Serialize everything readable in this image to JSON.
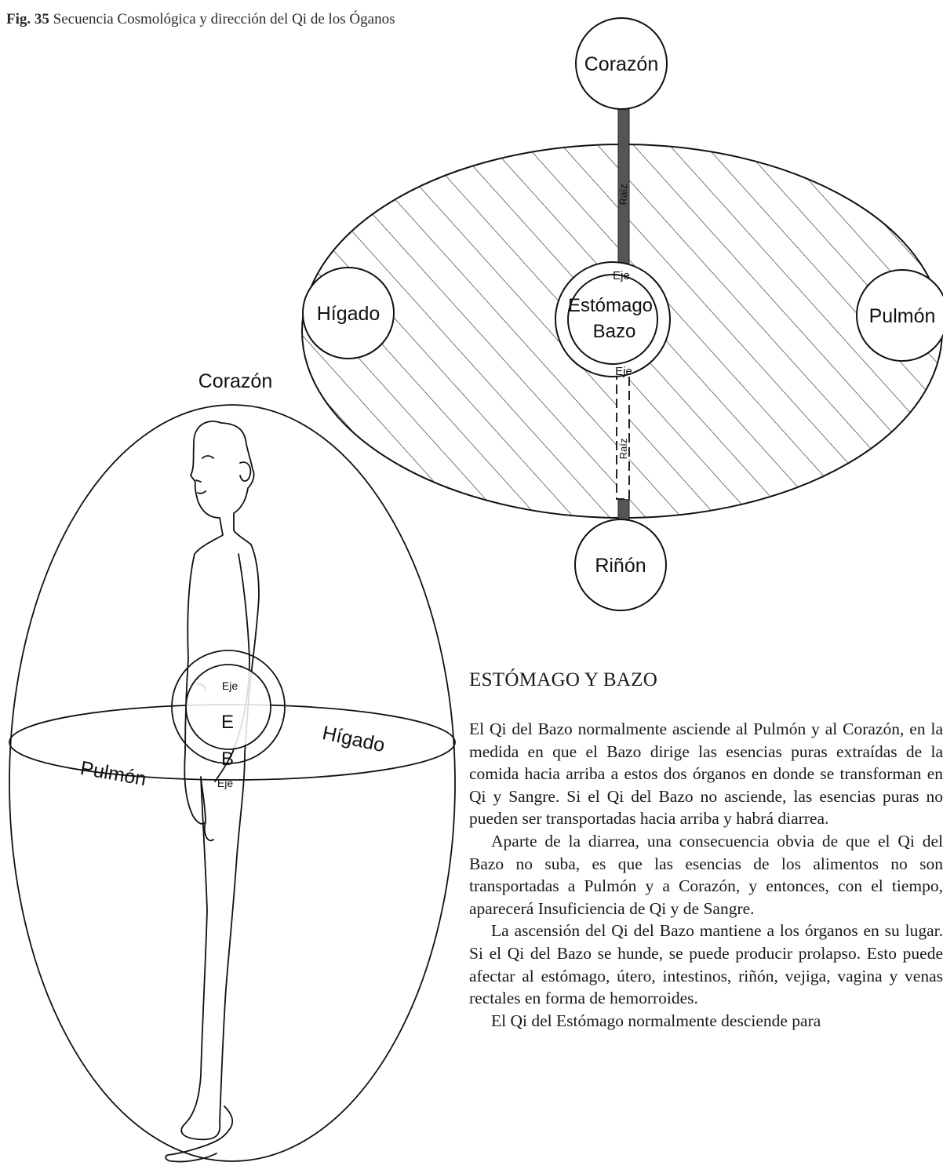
{
  "caption": {
    "fig_number": "Fig. 35",
    "title": "Secuencia Cosmológica y dirección del Qi de los Óganos"
  },
  "diagram_top": {
    "organ_top": "Corazón",
    "organ_left": "Hígado",
    "organ_center_line1": "Estómago",
    "organ_center_line2": "Bazo",
    "organ_right": "Pulmón",
    "organ_bottom": "Riñón",
    "axis_upper": "Eje",
    "axis_lower": "Eje",
    "root_upper": "Raíz",
    "root_lower": "Raíz"
  },
  "diagram_body": {
    "label_top": "Corazón",
    "label_liver": "Hígado",
    "label_lung": "Pulmón",
    "inner_e": "E",
    "inner_b": "B",
    "axis_upper": "Eje",
    "axis_lower": "Eje"
  },
  "section_heading": "ESTÓMAGO Y BAZO",
  "paragraphs": [
    "El Qi del Bazo normalmente asciende al Pulmón y al Corazón, en la medida en que el Bazo dirige las esencias puras extraídas de la comida hacia arriba a estos dos órganos en donde se transforman en Qi y Sangre. Si el Qi del Bazo no asciende, las esencias puras no pueden ser transportadas hacia arriba y habrá diarrea.",
    "Aparte de la diarrea, una consecuencia obvia de que el Qi del Bazo no suba, es que las esencias de los alimentos no son transportadas a Pulmón y a Corazón, y entonces, con el tiempo, aparecerá Insuficiencia de Qi y de Sangre.",
    "La ascensión del Qi del Bazo mantiene a los órganos en su lugar. Si el Qi del Bazo se hunde, se puede producir prolapso. Esto puede afectar al estómago, útero, intestinos, riñón, vejiga, vagina y venas rectales en forma de hemorroides.",
    "El Qi del Estómago normalmente desciende para"
  ]
}
